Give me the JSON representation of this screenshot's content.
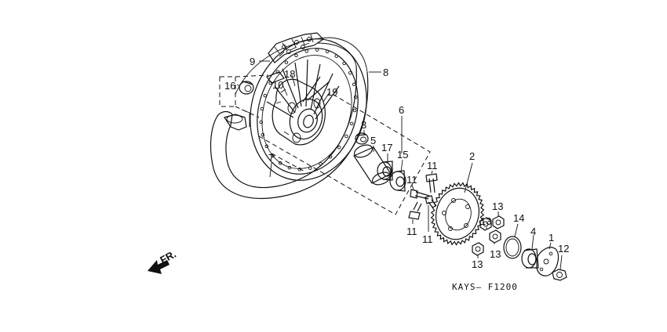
{
  "diagram": {
    "callouts": [
      {
        "id": "callout-9",
        "number": "9"
      },
      {
        "id": "callout-8",
        "number": "8"
      },
      {
        "id": "callout-16",
        "number": "16"
      },
      {
        "id": "callout-18",
        "number": "18"
      },
      {
        "id": "callout-10",
        "number": "10"
      },
      {
        "id": "callout-19",
        "number": "19"
      },
      {
        "id": "callout-6",
        "number": "6"
      },
      {
        "id": "callout-3",
        "number": "3"
      },
      {
        "id": "callout-5",
        "number": "5"
      },
      {
        "id": "callout-17",
        "number": "17"
      },
      {
        "id": "callout-15",
        "number": "15"
      },
      {
        "id": "callout-7",
        "number": "7"
      },
      {
        "id": "callout-2",
        "number": "2"
      },
      {
        "id": "callout-11a",
        "number": "11"
      },
      {
        "id": "callout-11b",
        "number": "11"
      },
      {
        "id": "callout-11c",
        "number": "11"
      },
      {
        "id": "callout-11d",
        "number": "11"
      },
      {
        "id": "callout-13a",
        "number": "13"
      },
      {
        "id": "callout-13b",
        "number": "13"
      },
      {
        "id": "callout-13c",
        "number": "13"
      },
      {
        "id": "callout-13d",
        "number": "13"
      },
      {
        "id": "callout-14",
        "number": "14"
      },
      {
        "id": "callout-4",
        "number": "4"
      },
      {
        "id": "callout-1",
        "number": "1"
      },
      {
        "id": "callout-12",
        "number": "12"
      }
    ],
    "direction_label": "FR.",
    "drawing_code": "KAYS– F1200"
  }
}
